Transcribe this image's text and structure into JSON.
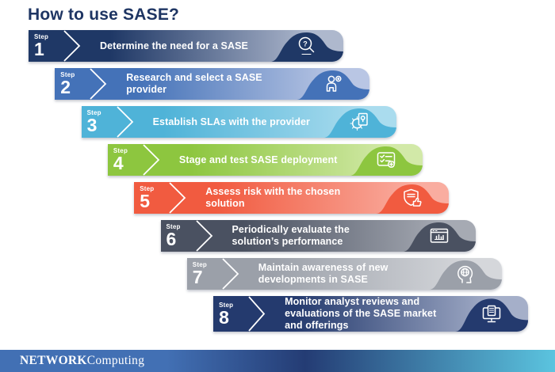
{
  "title": "How to use SASE?",
  "step_label": "Step",
  "steps": [
    {
      "number": "1",
      "label": "Determine the need for a SASE",
      "icon": "magnifier-question-icon",
      "color": "#1F3866",
      "tint": "#AEB8CD"
    },
    {
      "number": "2",
      "label": "Research and select a SASE provider",
      "icon": "person-gear-icon",
      "color": "#4472B8",
      "tint": "#B9C6E4"
    },
    {
      "number": "3",
      "label": "Establish SLAs with the provider",
      "icon": "sla-document-gear-icon",
      "color": "#4FB3D8",
      "tint": "#AADCEE"
    },
    {
      "number": "4",
      "label": "Stage and test SASE deployment",
      "icon": "checklist-plus-icon",
      "color": "#8DC63F",
      "tint": "#D2E9A8"
    },
    {
      "number": "5",
      "label": "Assess risk with the chosen solution",
      "icon": "risk-shield-hand-icon",
      "color": "#F15B40",
      "tint": "#F9ADA0"
    },
    {
      "number": "6",
      "label": "Periodically evaluate the solution’s performance",
      "icon": "browser-chart-icon",
      "color": "#4A5161",
      "tint": "#A6AAB3"
    },
    {
      "number": "7",
      "label": "Maintain awareness of new developments in SASE",
      "icon": "head-globe-icon",
      "color": "#9BA0A9",
      "tint": "#D5D7DB"
    },
    {
      "number": "8",
      "label": "Monitor analyst reviews and evaluations of the SASE market and offerings",
      "icon": "monitor-document-icon",
      "color": "#243A6E",
      "tint": "#A5AFC9"
    }
  ],
  "footer": {
    "brand_bold": "NETWORK",
    "brand_regular": "Computing",
    "bar_colors": [
      "#4270B4",
      "#243C74",
      "#5BC4DF"
    ]
  },
  "colors": {
    "title": "#1E3563",
    "background": "#FFFFFF",
    "banner_text": "#FFFFFF"
  }
}
